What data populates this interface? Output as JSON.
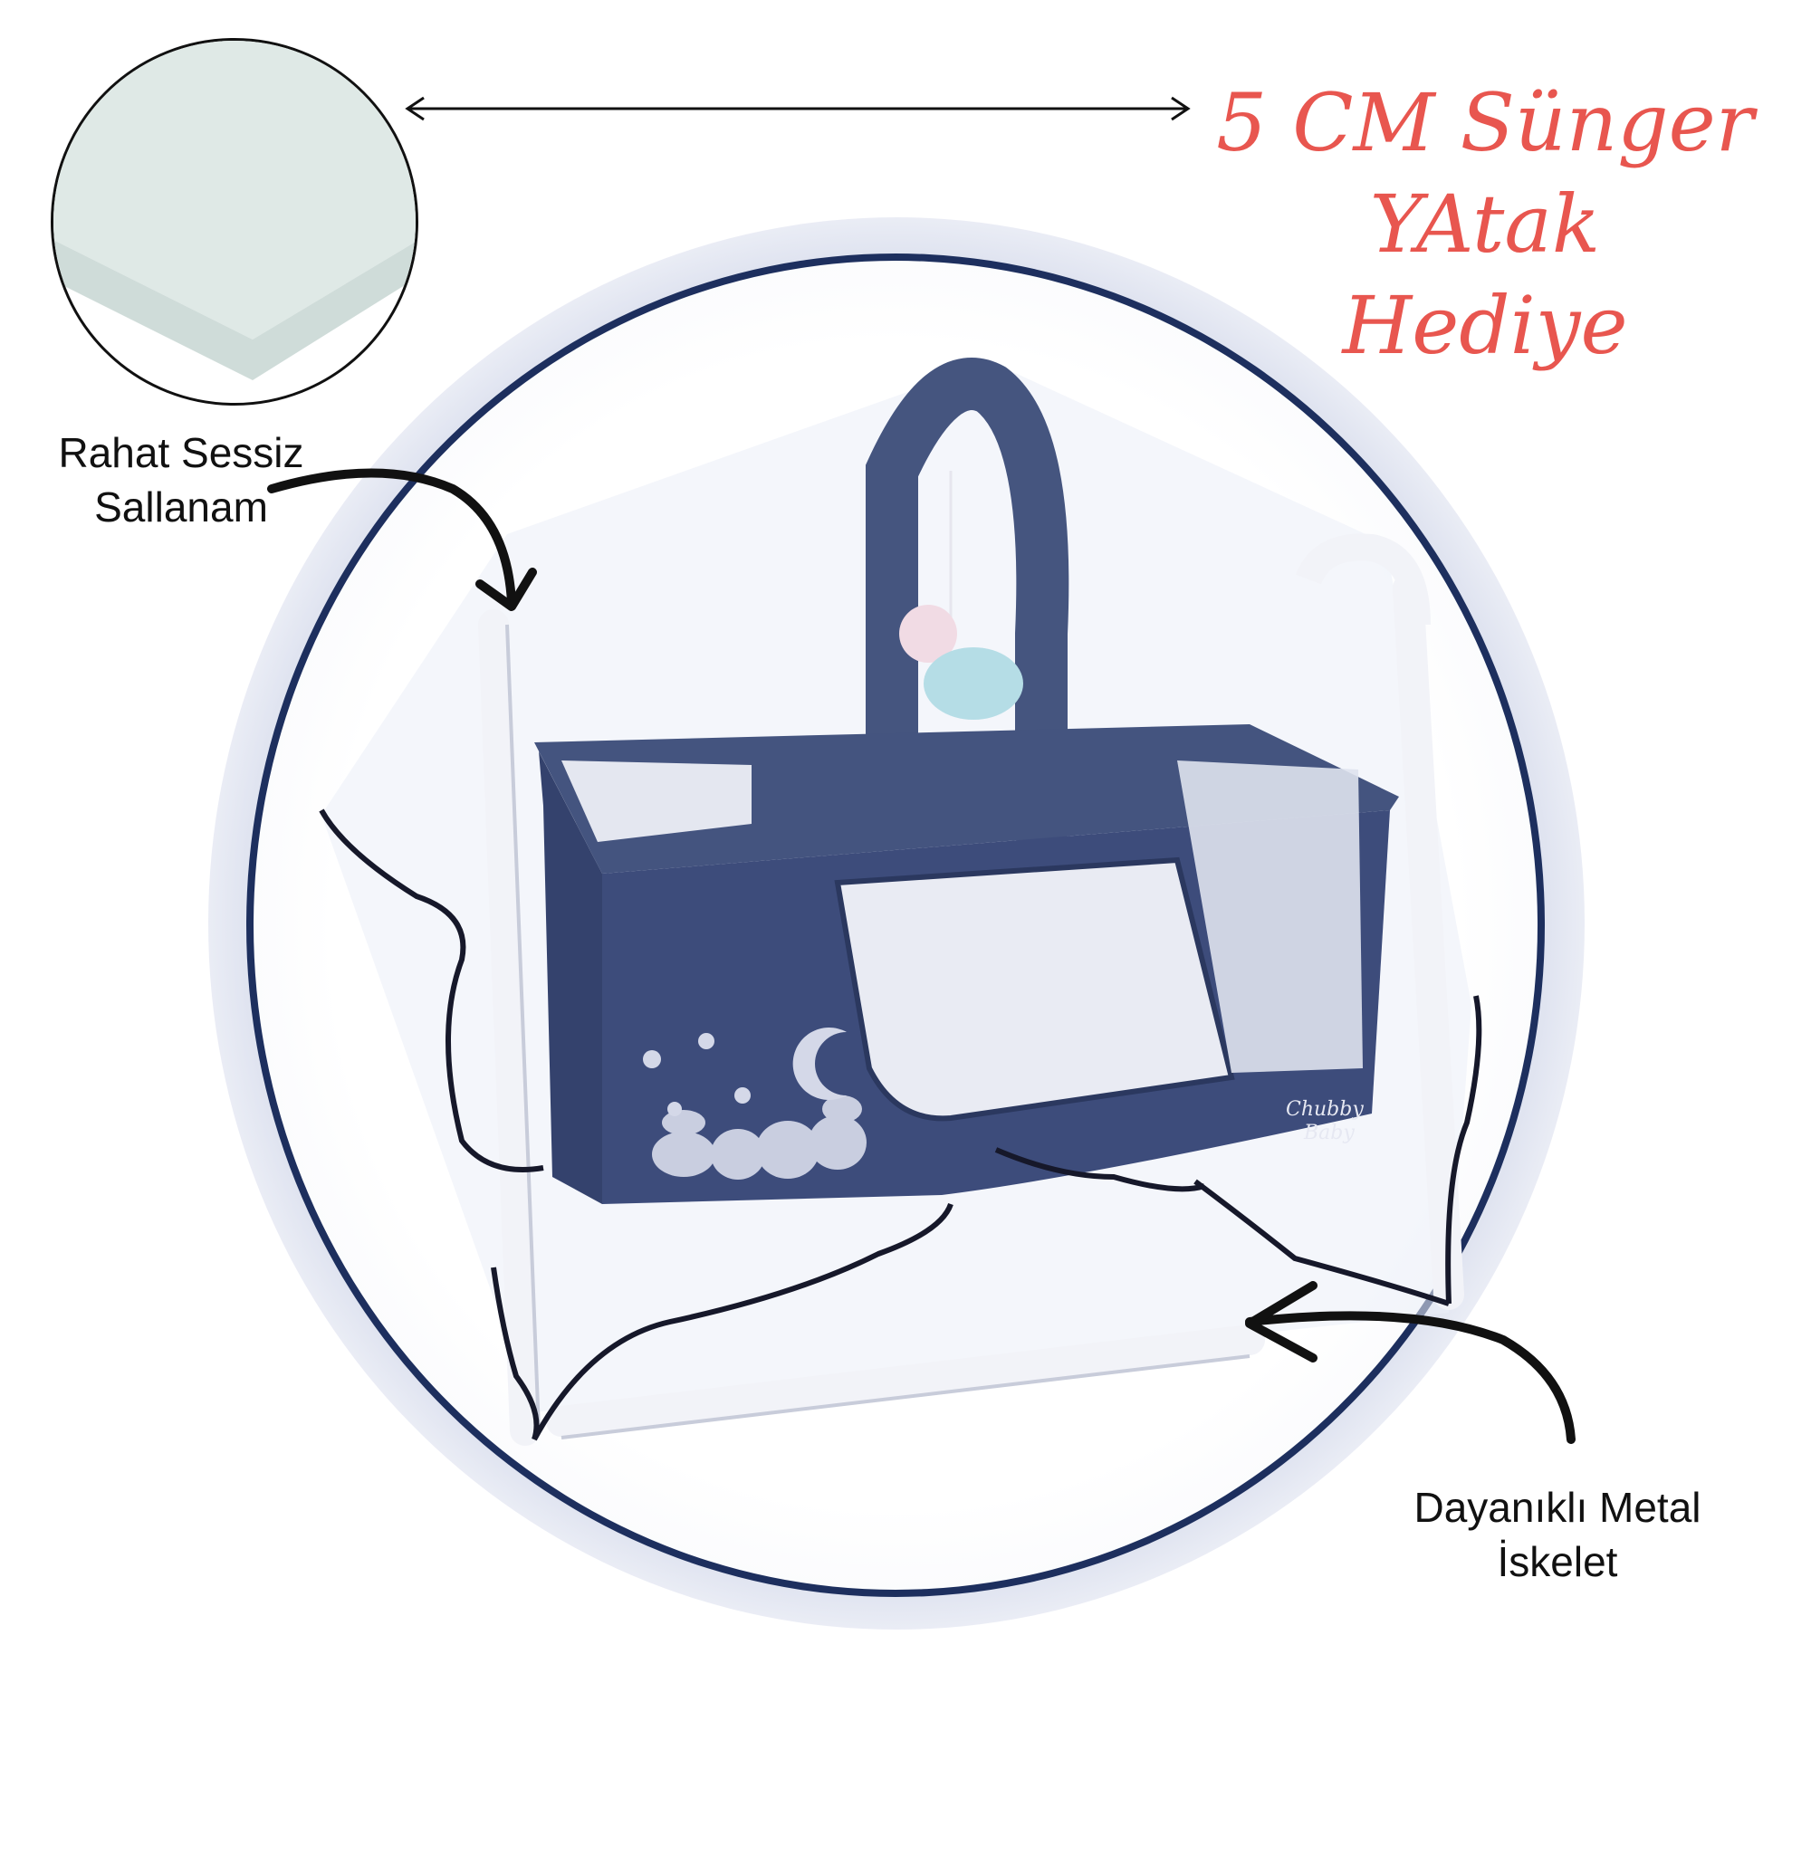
{
  "callouts": {
    "mattress": {
      "lines": [
        "5 CM Sünger",
        "YAtak",
        "Hediye"
      ],
      "color": "#e8564f"
    },
    "swing": {
      "lines": [
        "Rahat Sessiz",
        "Sallanam"
      ]
    },
    "frame": {
      "lines": [
        "Dayanıklı Metal",
        "İskelet"
      ]
    }
  },
  "product": {
    "brand_lines": [
      "Chubby",
      "Baby"
    ],
    "colors": {
      "fabric": "#3f4f7e",
      "frame": "#f4f5f9",
      "net_edge": "#1a1a2a",
      "circle_border": "#1d2f5e",
      "mattress": "#dfe9e6"
    }
  }
}
